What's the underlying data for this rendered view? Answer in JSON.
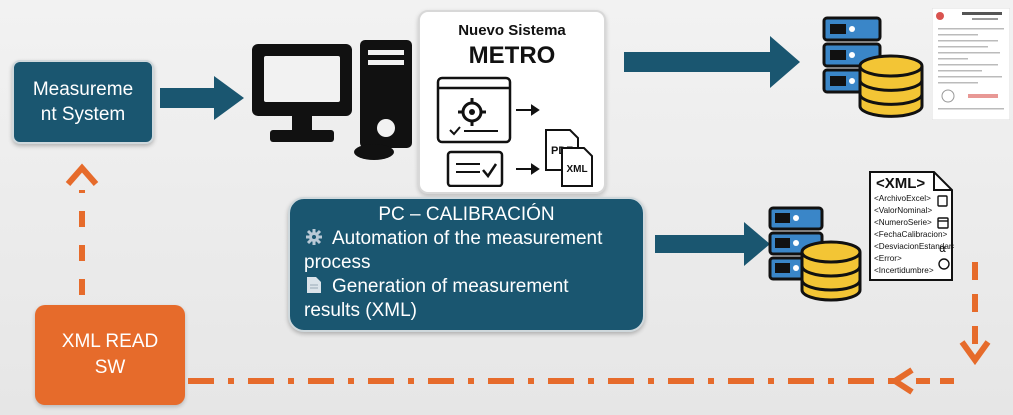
{
  "nodes": {
    "measurement_system": "Measurement System",
    "xml_read_sw": "XML READ SW",
    "metro_title_line1": "Nuevo Sistema",
    "metro_title_line2": "METRO",
    "pdf_label": "PDF",
    "xml_label": "XML"
  },
  "pc_box": {
    "title": "PC – CALIBRACIÓN",
    "item1": "Automation of the measurement process",
    "item2": "Generation of measurement results (XML)"
  },
  "xml_document": {
    "title": "<XML>",
    "tags": [
      "<ArchivoExcel>",
      "<ValorNominal>",
      "<NumeroSerie>",
      "<FechaCalibracion>",
      "<DesviacionEstandar>",
      "<Error>",
      "<Incertidumbre>"
    ]
  },
  "colors": {
    "teal": "#1a5670",
    "orange": "#e66b2b",
    "server_blue": "#3a86c8",
    "db_yellow": "#f3c535"
  },
  "icons": [
    "computer-icon",
    "gear-document-icon",
    "checklist-icon",
    "pdf-file-icon",
    "xml-file-icon",
    "server-icon",
    "database-icon",
    "certificate-document-icon",
    "xml-document-icon"
  ]
}
